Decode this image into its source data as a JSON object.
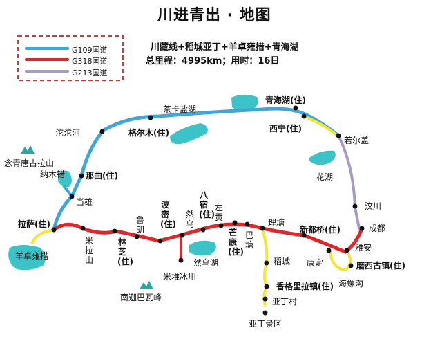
{
  "title": "川进青出 · 地图",
  "route": "川藏线+稻城亚丁+羊卓雍措+青海湖",
  "stats": "总里程：4995km；用时：16日",
  "legend": [
    {
      "label": "G109国道",
      "color": "#3ea6d8"
    },
    {
      "label": "G318国道",
      "color": "#e0262a"
    },
    {
      "label": "G213国道",
      "color": "#a89ac0"
    }
  ],
  "side_routes": {
    "yellow": "#f5e534"
  },
  "places": {
    "qinghai_lake": "青海湖(住)",
    "chaka": "茶卡盐湖",
    "golmud": "格尔木(住)",
    "xining": "西宁(住)",
    "tuotuohe": "沱沱河",
    "ruoergai": "若尔盖",
    "nyenchen": "念青唐古拉山",
    "namtso": "纳木错",
    "nagqu": "那曲(住)",
    "huahu": "花湖",
    "dangxiong": "当雄",
    "chuanzhu": "汶川",
    "lhasa": "拉萨(住)",
    "yamdrok": "羊卓雍措",
    "milashan": "米拉山",
    "nyingchi": "林芝(住)",
    "lulang": "鲁朗",
    "bomi": "波密(住)",
    "ranwu": "然乌",
    "basu": "八宿(住)",
    "zuogong": "左贡",
    "mangkang": "芒康(住)",
    "batang": "巴塘",
    "litang": "理塘",
    "xinduqiao": "新都桥(住)",
    "chengdu": "成都",
    "yaan": "雅安",
    "moxi": "磨西古镇(住)",
    "hailuogou": "海螺沟",
    "kangding": "康定",
    "daocheng": "稻城",
    "shangri": "香格里拉镇(住)",
    "yading_village": "亚丁村",
    "yading_scenic": "亚丁景区",
    "ranwu_lake": "然乌湖",
    "midui": "米堆冰川",
    "namcha": "南迦巴瓦峰"
  }
}
